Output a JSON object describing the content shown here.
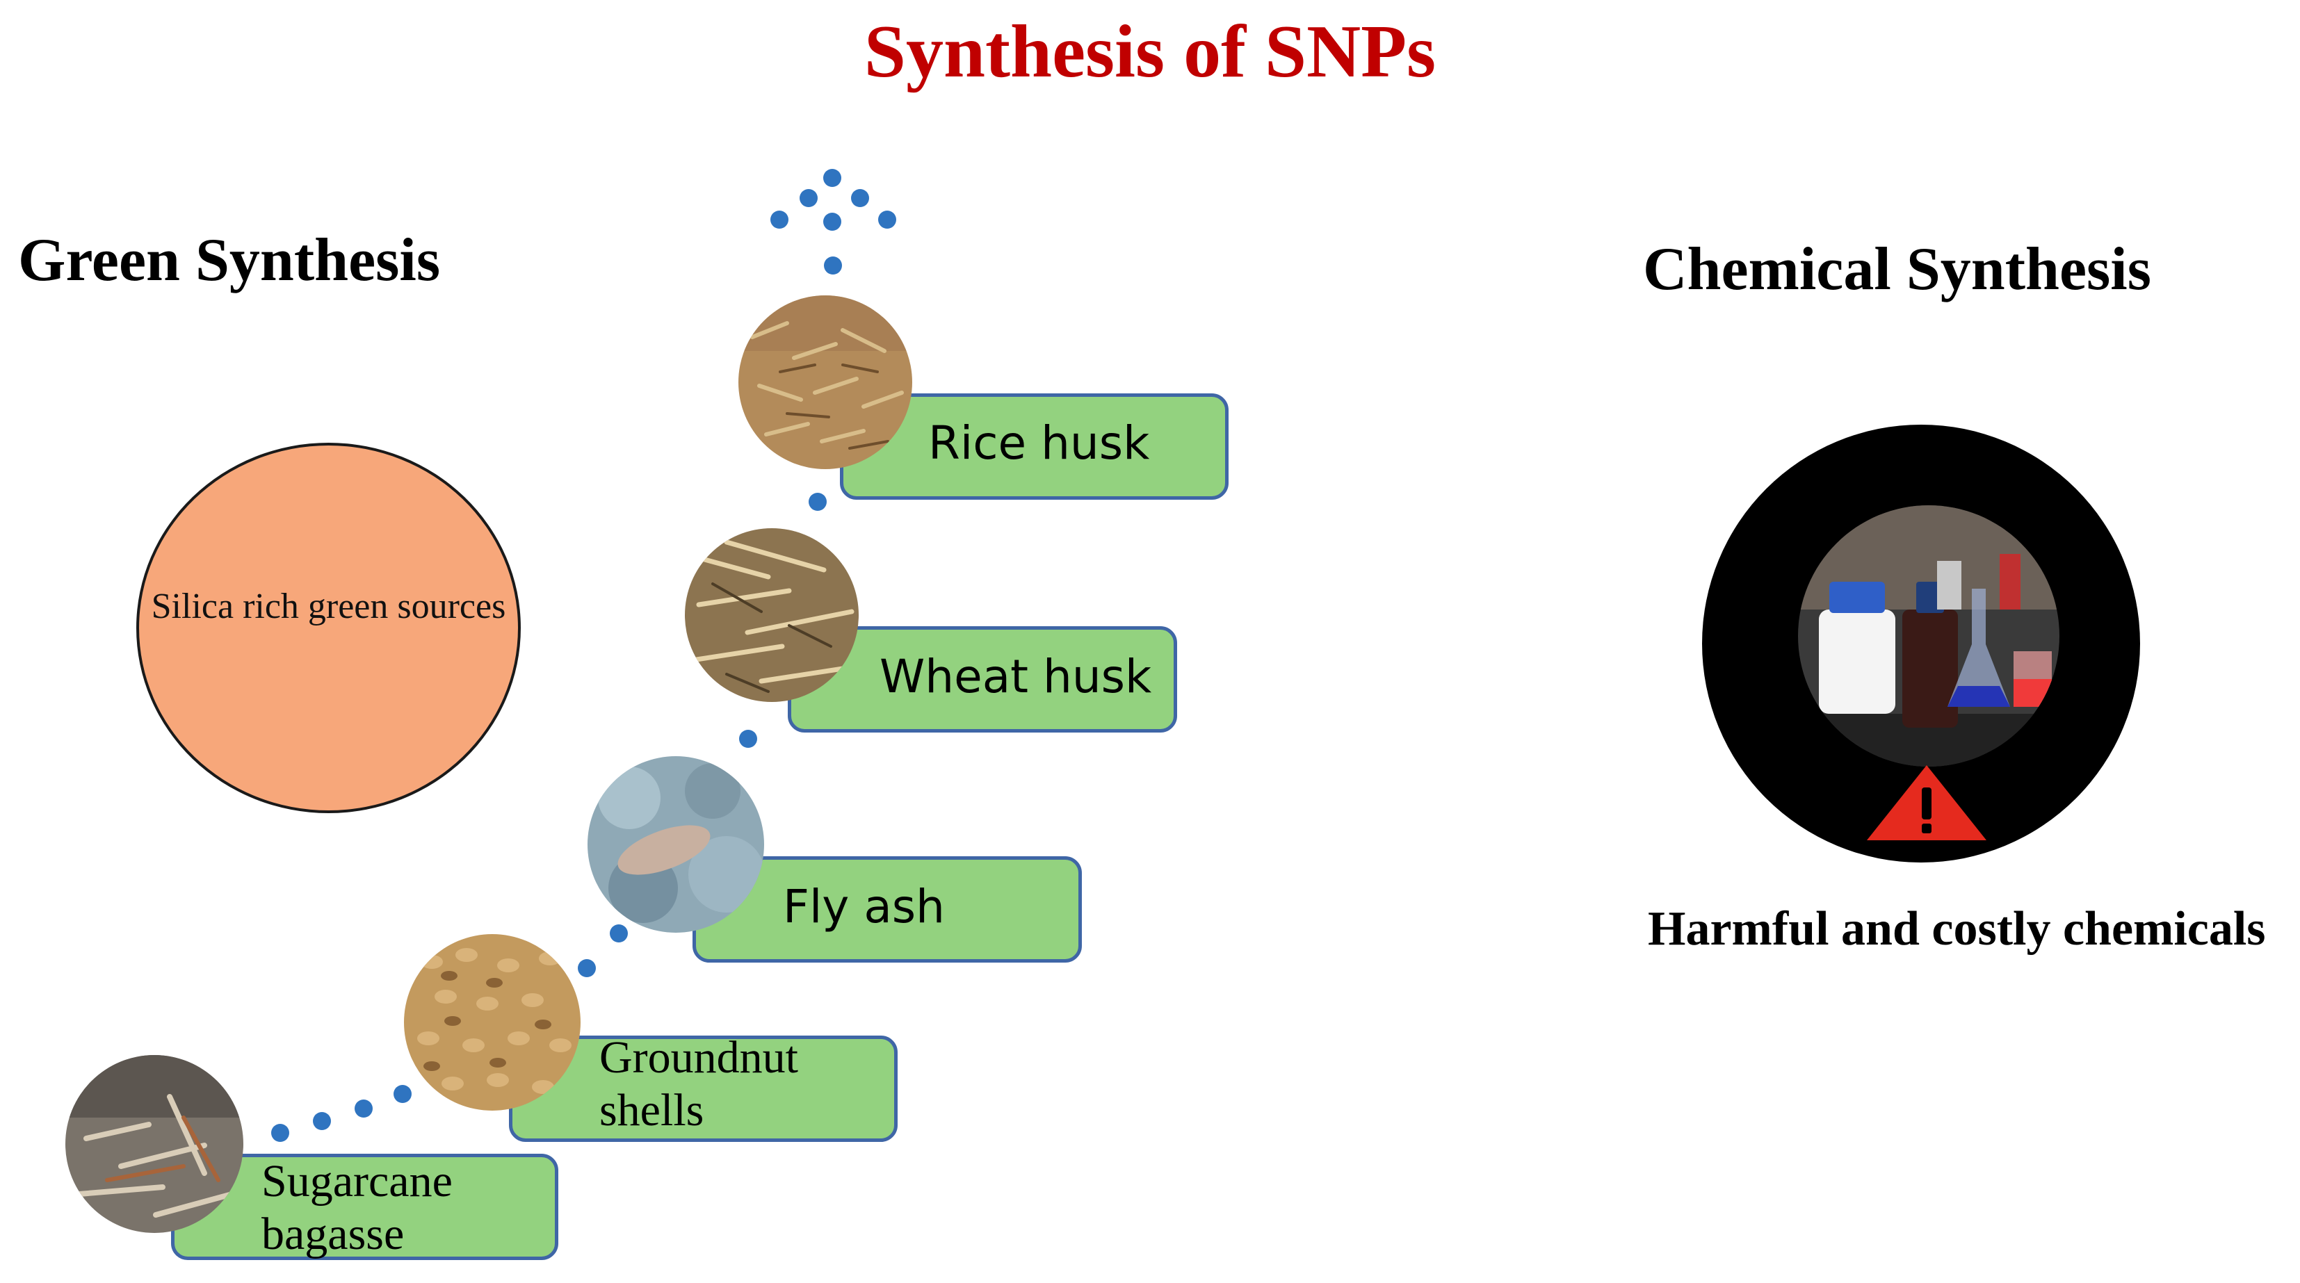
{
  "title": "Synthesis of SNPs",
  "colors": {
    "title": "#c00000",
    "circle_fill": "#f7a77a",
    "box_fill": "#93d27f",
    "box_border": "#3f66a6",
    "dot": "#2f74c0",
    "warning": "#e52a1e"
  },
  "green": {
    "heading": "Green Synthesis",
    "circle_text": "Silica rich green sources",
    "sources": [
      {
        "label": "Rice husk",
        "icon": "rice-husk-photo"
      },
      {
        "label": "Wheat husk",
        "icon": "wheat-husk-photo"
      },
      {
        "label": "Fly ash",
        "icon": "fly-ash-photo"
      },
      {
        "label": "Groundnut shells",
        "icon": "groundnut-shells-photo"
      },
      {
        "label": "Sugarcane bagasse",
        "icon": "sugarcane-bagasse-photo"
      }
    ]
  },
  "chemical": {
    "heading": "Chemical Synthesis",
    "caption": "Harmful and costly chemicals",
    "icon": "chemical-bottles-photo",
    "warning_icon": "warning-triangle-icon"
  }
}
